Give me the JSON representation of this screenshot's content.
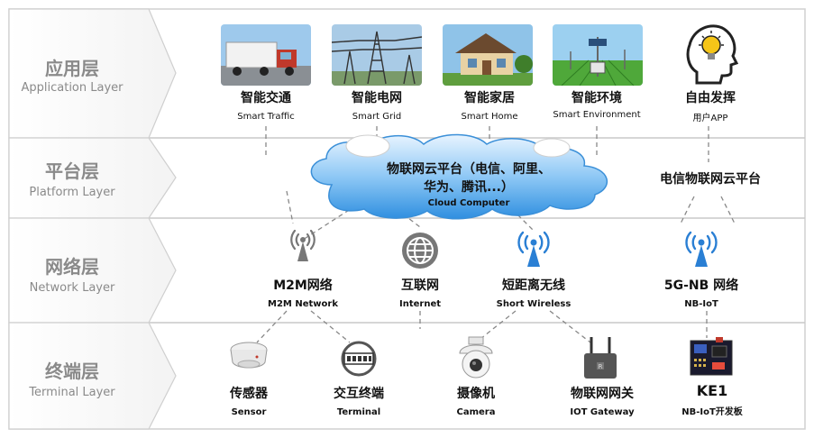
{
  "layers": [
    {
      "cn": "应用层",
      "en": "Application Layer"
    },
    {
      "cn": "平台层",
      "en": "Platform Layer"
    },
    {
      "cn": "网络层",
      "en": "Network Layer"
    },
    {
      "cn": "终端层",
      "en": "Terminal Layer"
    }
  ],
  "application": [
    {
      "cn": "智能交通",
      "en": "Smart Traffic",
      "icon": "truck-photo"
    },
    {
      "cn": "智能电网",
      "en": "Smart Grid",
      "icon": "power-tower-photo"
    },
    {
      "cn": "智能家居",
      "en": "Smart Home",
      "icon": "house-photo"
    },
    {
      "cn": "智能环境",
      "en": "Smart Environment",
      "icon": "field-sensor-photo"
    },
    {
      "cn": "自由发挥",
      "en": "用户APP",
      "icon": "head-bulb-icon"
    }
  ],
  "platform": {
    "cloud_line1": "物联网云平台（电信、阿里、",
    "cloud_line2": "华为、腾讯...）",
    "cloud_en": "Cloud Computer",
    "telecom": "电信物联网云平台"
  },
  "network": [
    {
      "cn": "M2M网络",
      "en": "M2M Network",
      "icon": "antenna-tower-icon"
    },
    {
      "cn": "互联网",
      "en": "Internet",
      "icon": "globe-icon"
    },
    {
      "cn": "短距离无线",
      "en": "Short Wireless",
      "icon": "wireless-antenna-icon"
    },
    {
      "cn": "5G-NB 网络",
      "en": "NB-IoT",
      "icon": "wireless-antenna-icon"
    }
  ],
  "terminal": [
    {
      "cn": "传感器",
      "en": "Sensor",
      "icon": "smoke-sensor-icon"
    },
    {
      "cn": "交互终端",
      "en": "Terminal",
      "icon": "terminal-device-icon"
    },
    {
      "cn": "摄像机",
      "en": "Camera",
      "icon": "dome-camera-icon"
    },
    {
      "cn": "物联网网关",
      "en": "IOT Gateway",
      "icon": "router-icon"
    },
    {
      "cn": "KE1",
      "en": "NB-IoT开发板",
      "icon": "dev-board-icon"
    }
  ],
  "colors": {
    "accent": "#2a7fd4",
    "band_border": "#c8c8c8",
    "label_gray": "#8a8a8a"
  }
}
